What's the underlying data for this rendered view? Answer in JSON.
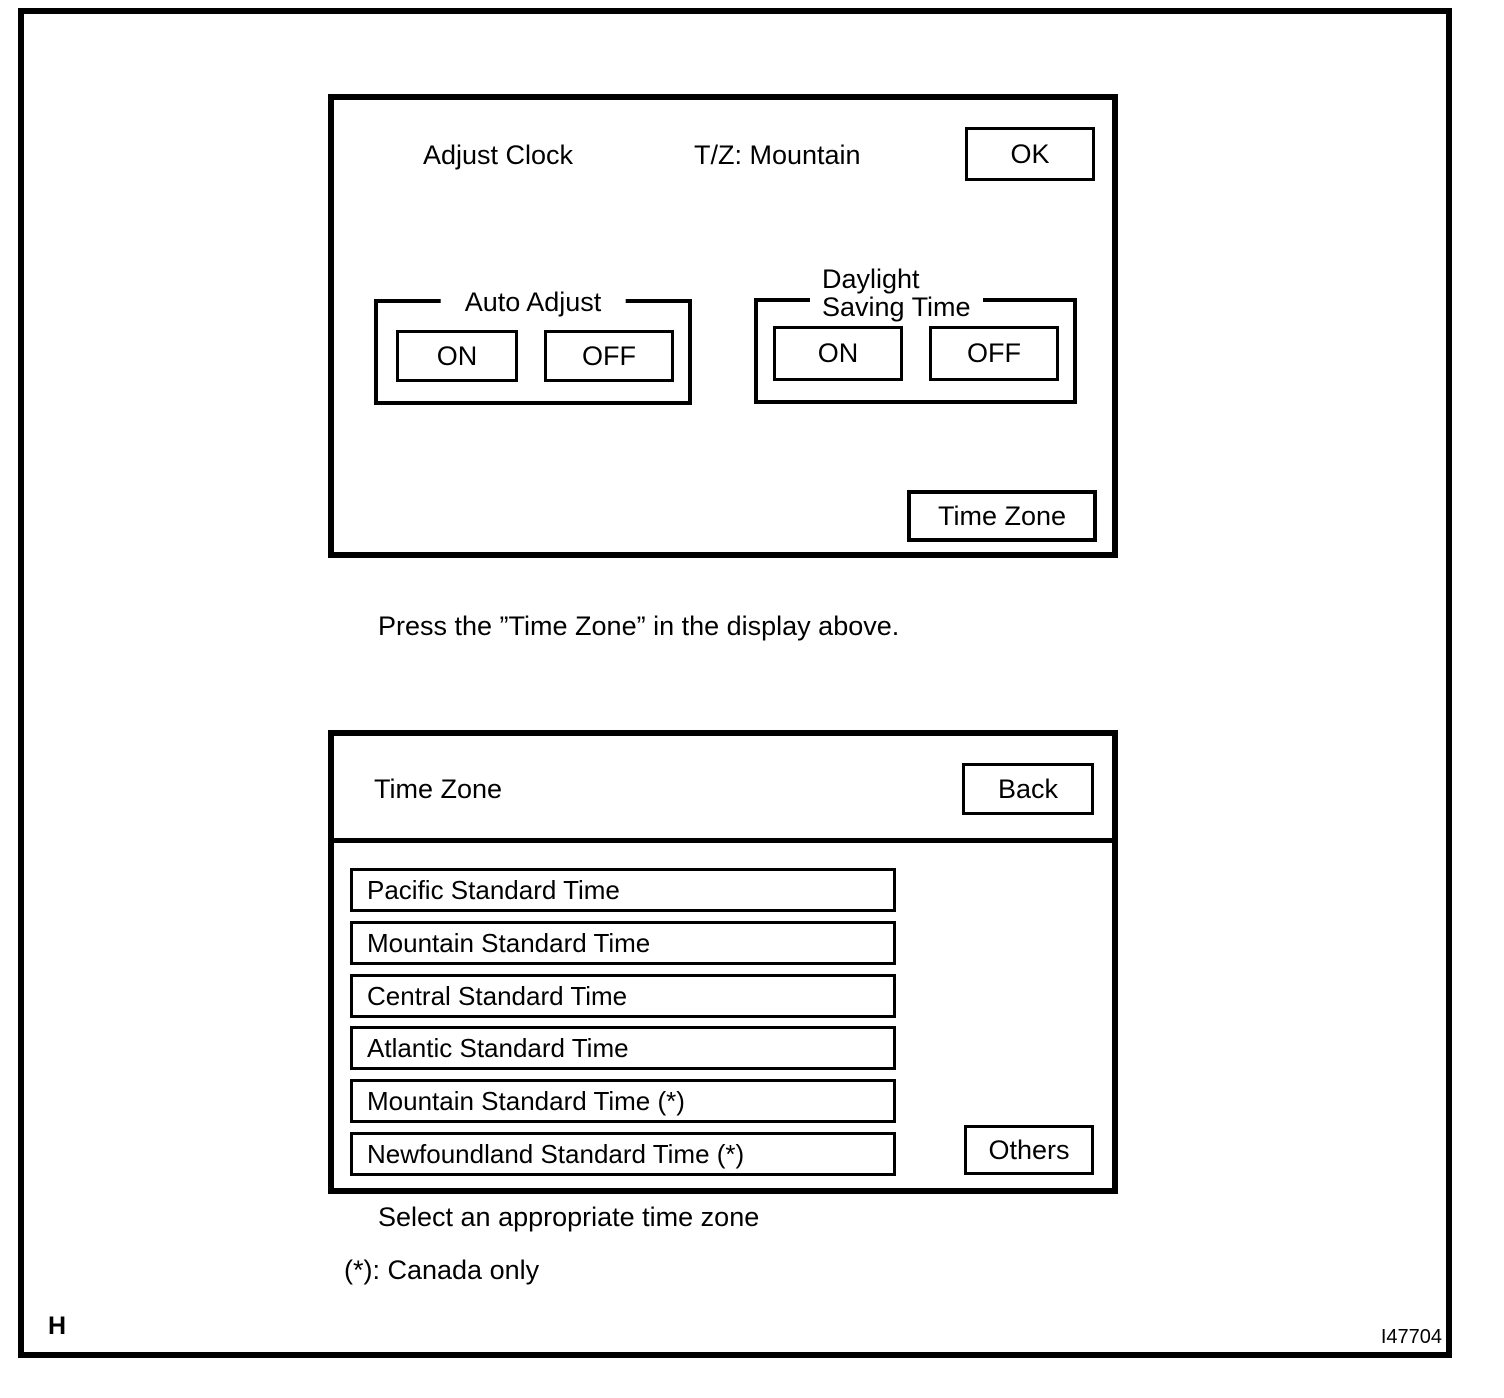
{
  "page": {
    "corner_mark": "H",
    "figure_id": "I47704"
  },
  "colors": {
    "ink": "#000000",
    "background": "#ffffff"
  },
  "screen1": {
    "title": "Adjust Clock",
    "timezone_status": "T/Z: Mountain",
    "ok_button": "OK",
    "auto_adjust": {
      "label": "Auto Adjust",
      "on_button": "ON",
      "off_button": "OFF"
    },
    "daylight_saving": {
      "label_line1": "Daylight",
      "label_line2": "Saving Time",
      "on_button": "ON",
      "off_button": "OFF"
    },
    "time_zone_button": "Time Zone"
  },
  "caption1": "Press the ”Time Zone” in the display above.",
  "screen2": {
    "title": "Time Zone",
    "back_button": "Back",
    "zones": [
      "Pacific Standard Time",
      "Mountain Standard Time",
      "Central Standard Time",
      "Atlantic Standard Time",
      "Mountain Standard Time (*)",
      "Newfoundland Standard Time (*)"
    ],
    "others_button": "Others"
  },
  "caption2": "Select an appropriate time zone",
  "caption3": "(*): Canada only"
}
